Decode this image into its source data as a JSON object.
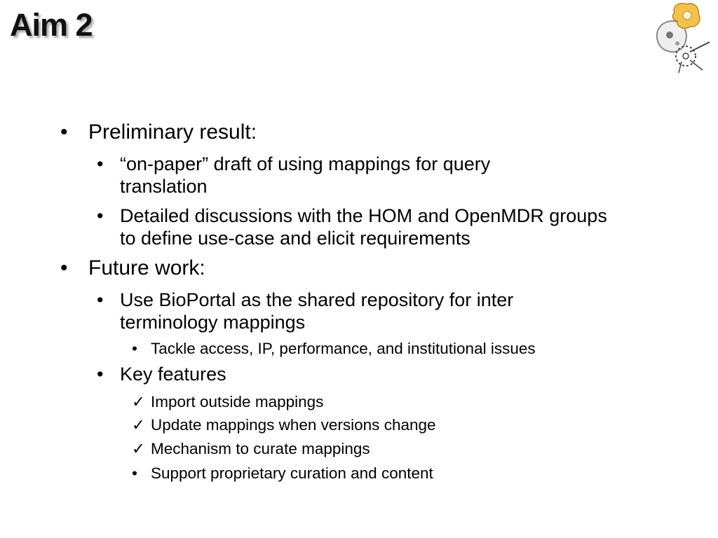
{
  "slide": {
    "title": "Aim 2"
  },
  "bullets": {
    "preliminary": {
      "label": "Preliminary result:",
      "items": [
        "“on-paper” draft of using mappings for query translation",
        "Detailed discussions with the HOM and OpenMDR groups to define use-case and elicit requirements"
      ]
    },
    "future": {
      "label": "Future work:",
      "bioportal": "Use BioPortal as the shared repository for inter terminology mappings",
      "bioportal_sub": "Tackle access, IP, performance, and institutional issues",
      "key_features": "Key features",
      "features": [
        "Import outside mappings",
        "Update mappings when versions change",
        "Mechanism to curate mappings",
        "Support proprietary curation and content"
      ]
    }
  },
  "markers": {
    "bullet": "•",
    "check": "✓"
  },
  "colors": {
    "logo_yellow": "#f2c14e",
    "logo_grey": "#9a9a9a"
  }
}
